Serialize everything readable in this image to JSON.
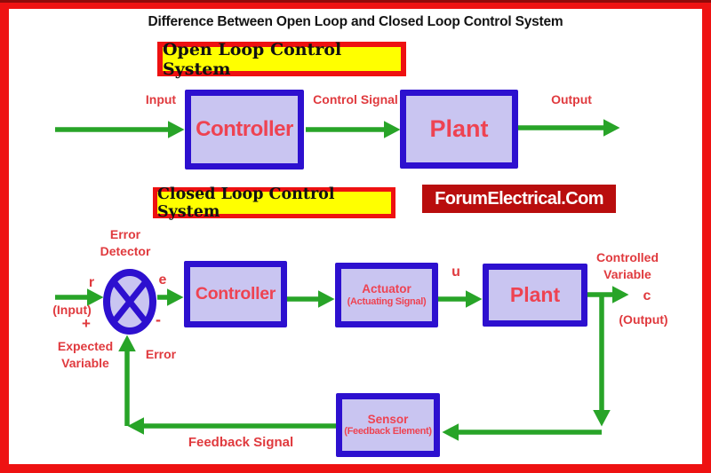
{
  "title": "Difference Between Open Loop and Closed Loop Control System",
  "banners": {
    "open": "Open Loop Control System",
    "closed": "Closed Loop Control System",
    "brand": "ForumElectrical.Com"
  },
  "open_loop": {
    "input_label": "Input",
    "controller": "Controller",
    "control_signal_label": "Control Signal",
    "plant": "Plant",
    "output_label": "Output"
  },
  "closed_loop": {
    "error_detector_line1": "Error",
    "error_detector_line2": "Detector",
    "r": "r",
    "input_paren": "(Input)",
    "plus": "+",
    "e": "e",
    "minus": "-",
    "expected_line1": "Expected",
    "expected_line2": "Variable",
    "error_label": "Error",
    "controller": "Controller",
    "actuator_line1": "Actuator",
    "actuator_line2": "(Actuating Signal)",
    "u": "u",
    "plant": "Plant",
    "controlled_line1": "Controlled",
    "controlled_line2": "Variable",
    "c": "c",
    "output_paren": "(Output)",
    "sensor_line1": "Sensor",
    "sensor_line2": "(Feedback Element)",
    "feedback_signal_label": "Feedback Signal"
  },
  "colors": {
    "frame_red": "#ee1212",
    "banner_yellow": "#ffff00",
    "banner_border_red": "#ee1111",
    "brand_background": "#b90d0d",
    "brand_text": "#ffffff",
    "box_border_blue": "#2d10cf",
    "box_fill_lavender": "#c9c5f1",
    "arrow_green": "#28a428",
    "label_red": "#e03a3e",
    "box_text_red": "#ee4352",
    "title_black": "#141414"
  }
}
